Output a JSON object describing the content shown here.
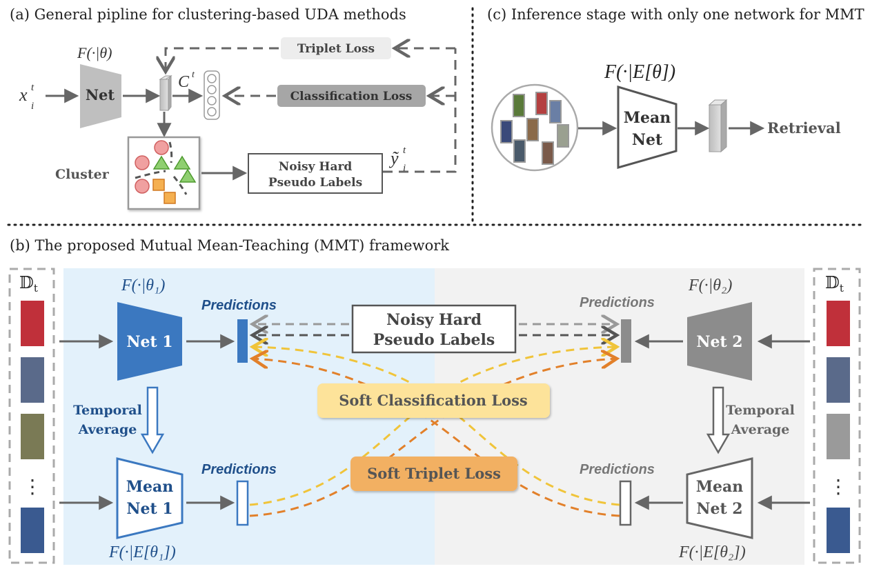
{
  "panel_a": {
    "title": "(a) General pipline for clustering-based UDA methods",
    "net_label": "Net",
    "net_formula": "F(·|θ)",
    "input_label": "x",
    "input_sub": "i",
    "input_sup": "t",
    "classifier_label": "C",
    "classifier_sup": "t",
    "triplet_loss": "Triplet Loss",
    "classification_loss": "Classification Loss",
    "cluster_label": "Cluster",
    "noisy_line1": "Noisy Hard",
    "noisy_line2": "Pseudo Labels",
    "pseudo_label": "ỹ",
    "pseudo_sub": "i",
    "pseudo_sup": "t"
  },
  "panel_c": {
    "title": "(c) Inference stage with only one network for MMT",
    "formula": "F(·|E[θ])",
    "mean_line1": "Mean",
    "mean_line2": "Net",
    "retrieval": "Retrieval"
  },
  "panel_b": {
    "title": "(b) The proposed Mutual Mean-Teaching (MMT) framework",
    "dataset_label": "𝔻",
    "dataset_sub": "t",
    "net1": "Net 1",
    "net1_formula": "F(·|θ₁)",
    "net2": "Net 2",
    "net2_formula": "F(·|θ₂)",
    "mean1_line1": "Mean",
    "mean1_line2": "Net 1",
    "mean1_formula": "F(·|E[θ₁])",
    "mean2_line1": "Mean",
    "mean2_line2": "Net 2",
    "mean2_formula": "F(·|E[θ₂])",
    "predictions": "Predictions",
    "noisy_line1": "Noisy Hard",
    "noisy_line2": "Pseudo Labels",
    "soft_cls_loss": "Soft Classification Loss",
    "soft_tri_loss": "Soft Triplet Loss",
    "temporal_line1": "Temporal",
    "temporal_line2": "Average",
    "ellipsis": "⋮"
  },
  "colors": {
    "blue": "#3b78c0",
    "blue_text": "#1f4f8a",
    "gray": "#8c8c8c",
    "dark_gray": "#595959",
    "yellow": "#f5c842",
    "orange": "#e8862a",
    "light_blue_bg": "#e3f1fb",
    "light_gray_bg": "#f2f2f2"
  }
}
